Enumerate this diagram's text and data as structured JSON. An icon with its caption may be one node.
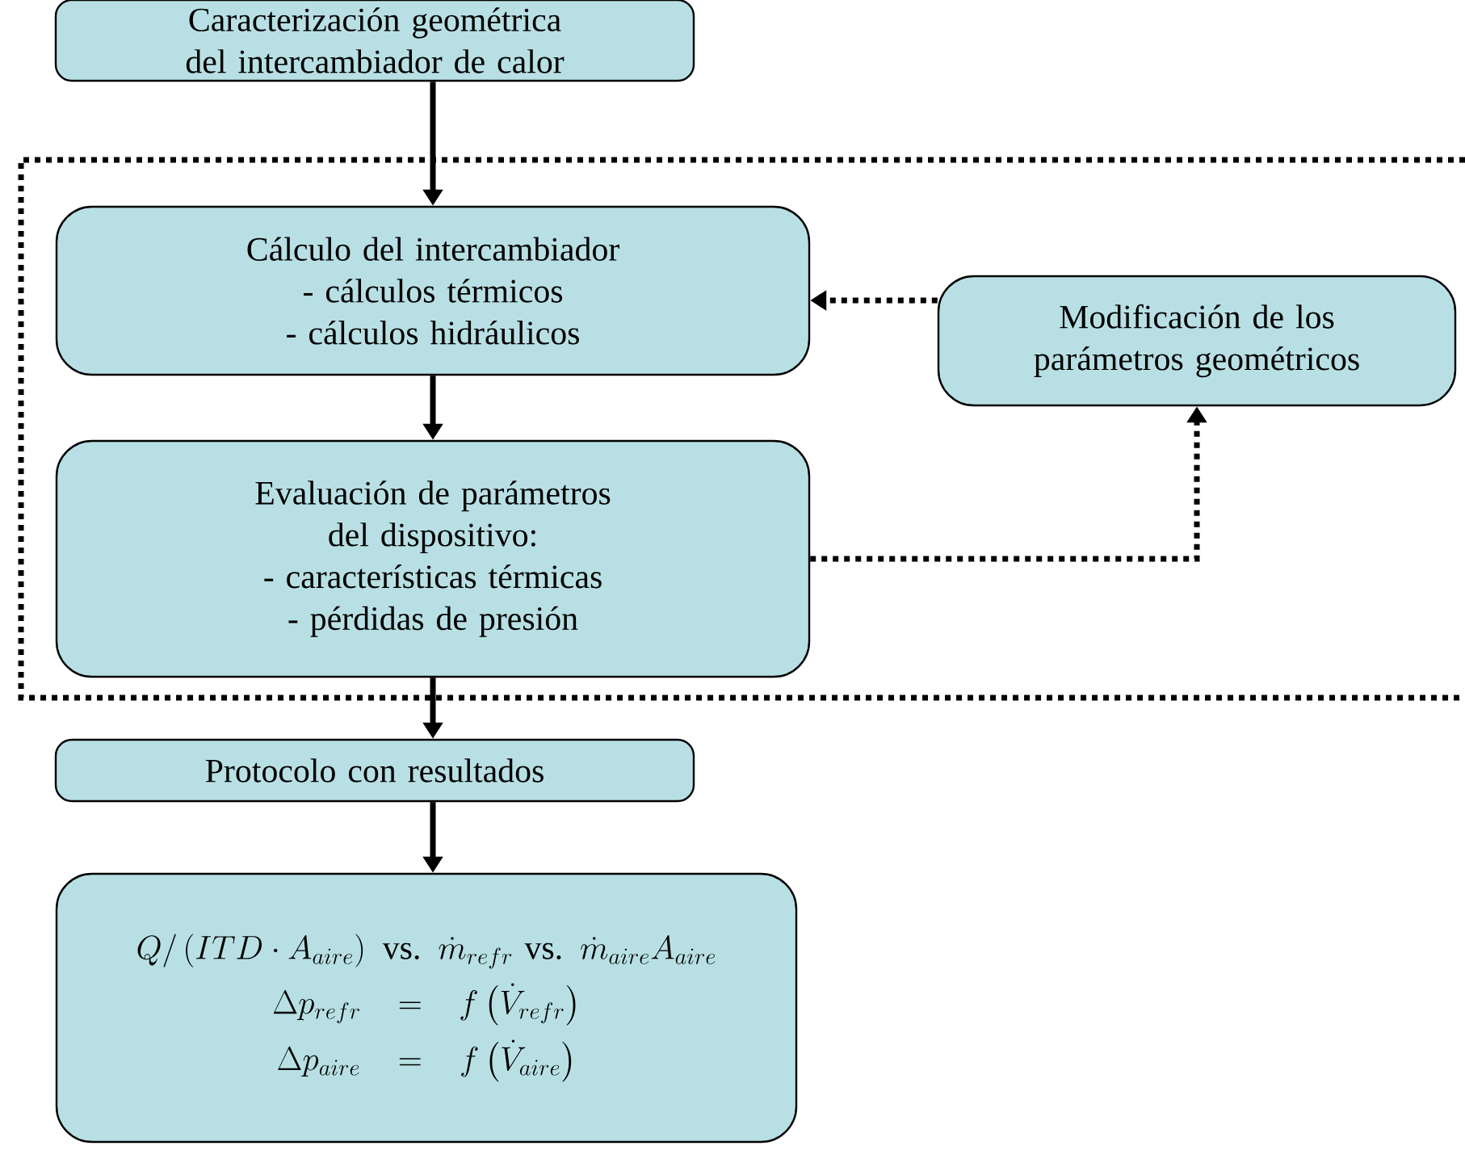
{
  "diagram": {
    "nodes": [
      {
        "text": [
          "Caracterización geométrica del intercambiador de calor"
        ]
      },
      {
        "text": [
          "Cálculo del intercambiador",
          "- cálculos térmicos",
          "- cálculos hidráulicos"
        ]
      },
      {
        "text": [
          "Modificación de los parámetros geométricos"
        ]
      },
      {
        "text": [
          "Evaluación de parámetros del dispositivo:",
          "- características térmicas",
          "- pérdidas de presión"
        ]
      },
      {
        "text": [
          "Protocolo con resultados"
        ]
      },
      {
        "text": [
          "Q/\\left(ITD\\cdot A_{aire}\\right)\\text{ vs. }\\dot m_{refr}\\text{ vs. }\\dot m_{aire}A_{aire}",
          "\\Delta p_{refr}=f\\left(\\dot V_{refr}\\right)",
          "\\Delta p_{aire}=f\\left(\\dot V_{aire}\\right)"
        ]
      }
    ],
    "edges": [
      {
        "from": 0,
        "to": 1,
        "arrow": "to"
      },
      {
        "from": 1,
        "to": 3,
        "arrow": "to"
      },
      {
        "from": 2,
        "to": 1,
        "arrow": "to",
        "style": "dashed"
      },
      {
        "from": 3,
        "to": 2,
        "arrow": "to",
        "style": "dashed"
      },
      {
        "from": 3,
        "to": 4,
        "arrow": "to"
      },
      {
        "from": 4,
        "to": 5,
        "arrow": "to"
      }
    ]
  }
}
